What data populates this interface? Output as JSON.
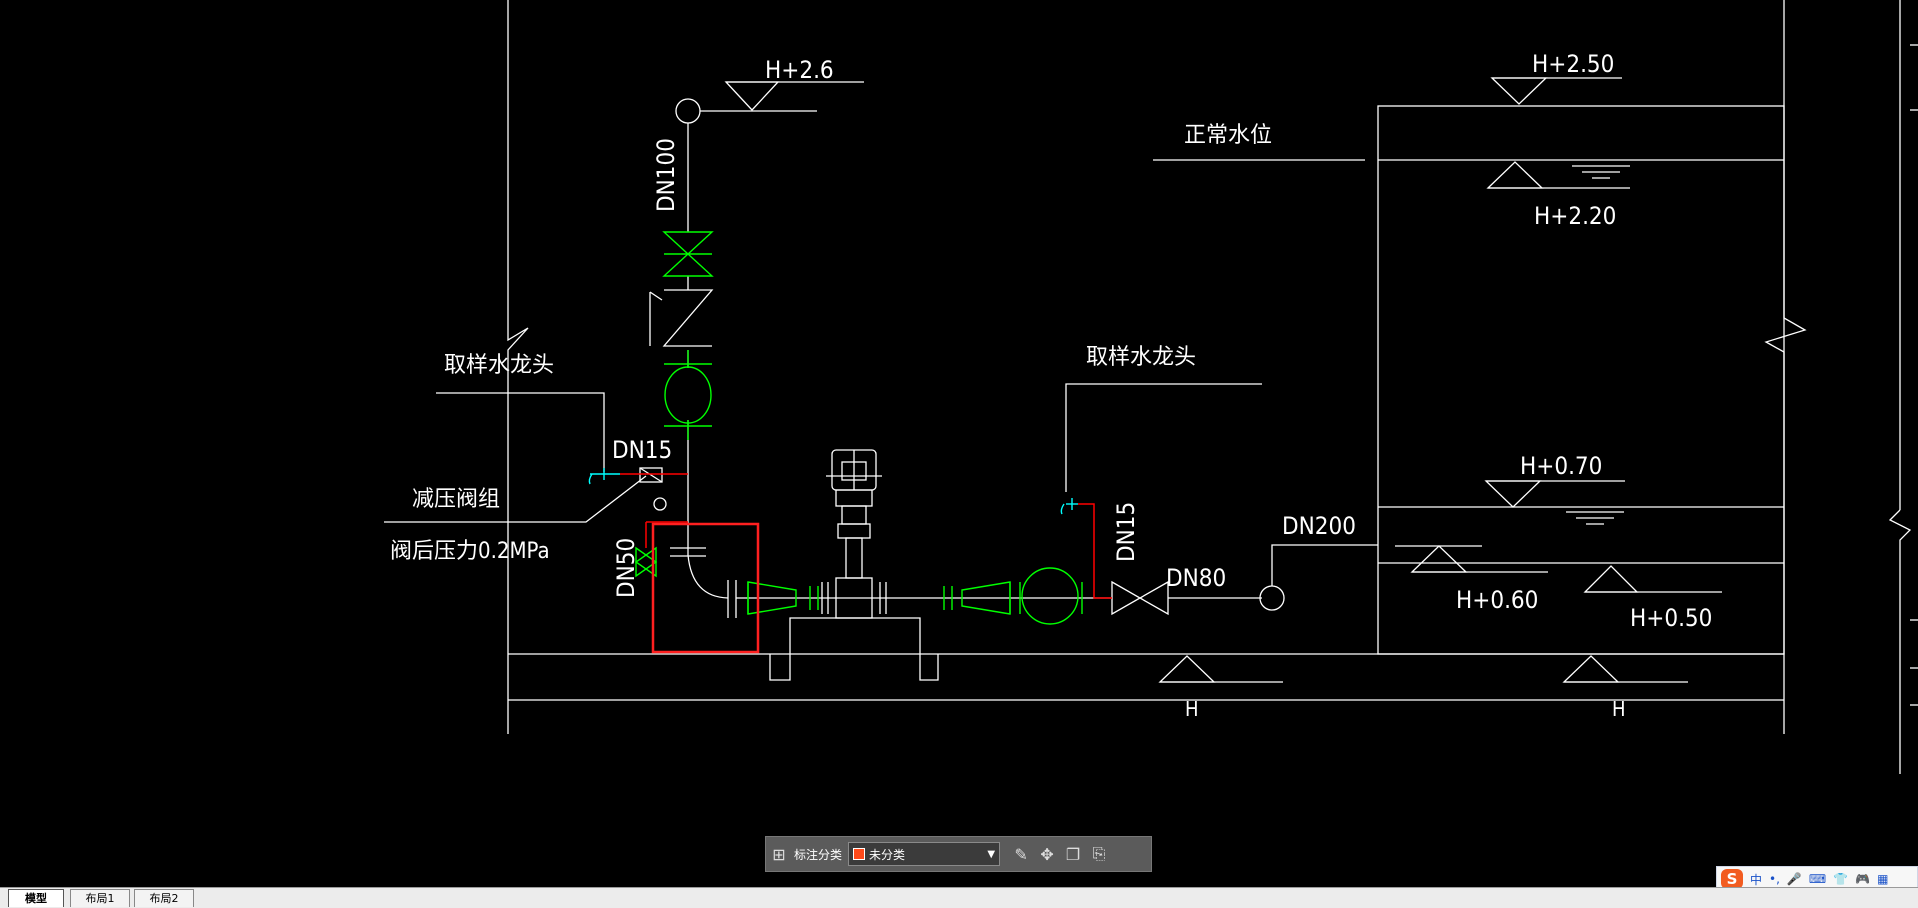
{
  "drawing": {
    "labels": {
      "h_top_left": "H+2.6",
      "dn100": "DN100",
      "sample_tap_left": "取样水龙头",
      "dn15_left": "DN15",
      "prv_group": "减压阀组",
      "prv_pressure": "阀后压力0.2MPa",
      "dn50": "DN50",
      "sample_tap_right": "取样水龙头",
      "dn15_right": "DN15",
      "dn80": "DN80",
      "dn200": "DN200",
      "normal_level": "正常水位",
      "h_250": "H+2.50",
      "h_220": "H+2.20",
      "h_070": "H+0.70",
      "h_060": "H+0.60",
      "h_050": "H+0.50",
      "h_floor_left": "H",
      "h_floor_right": "H"
    },
    "colors": {
      "lines": "#ffffff",
      "valves": "#00ff00",
      "pipe_red": "#ff0000",
      "tap_cyan": "#00ffff",
      "selection_box": "#ff2020"
    }
  },
  "annotation_toolbar": {
    "label": "标注分类",
    "category_value": "未分类",
    "swatch_color": "#ff4a1a",
    "icons": [
      "grid-icon",
      "edit-icon",
      "move-icon",
      "copy-icon",
      "paste-icon"
    ]
  },
  "layout_tabs": [
    "模型",
    "布局1",
    "布局2"
  ],
  "ime": {
    "logo": "S",
    "items": [
      "中",
      "•,",
      "🎤",
      "⌨",
      "👕",
      "🎮",
      "▦"
    ]
  }
}
